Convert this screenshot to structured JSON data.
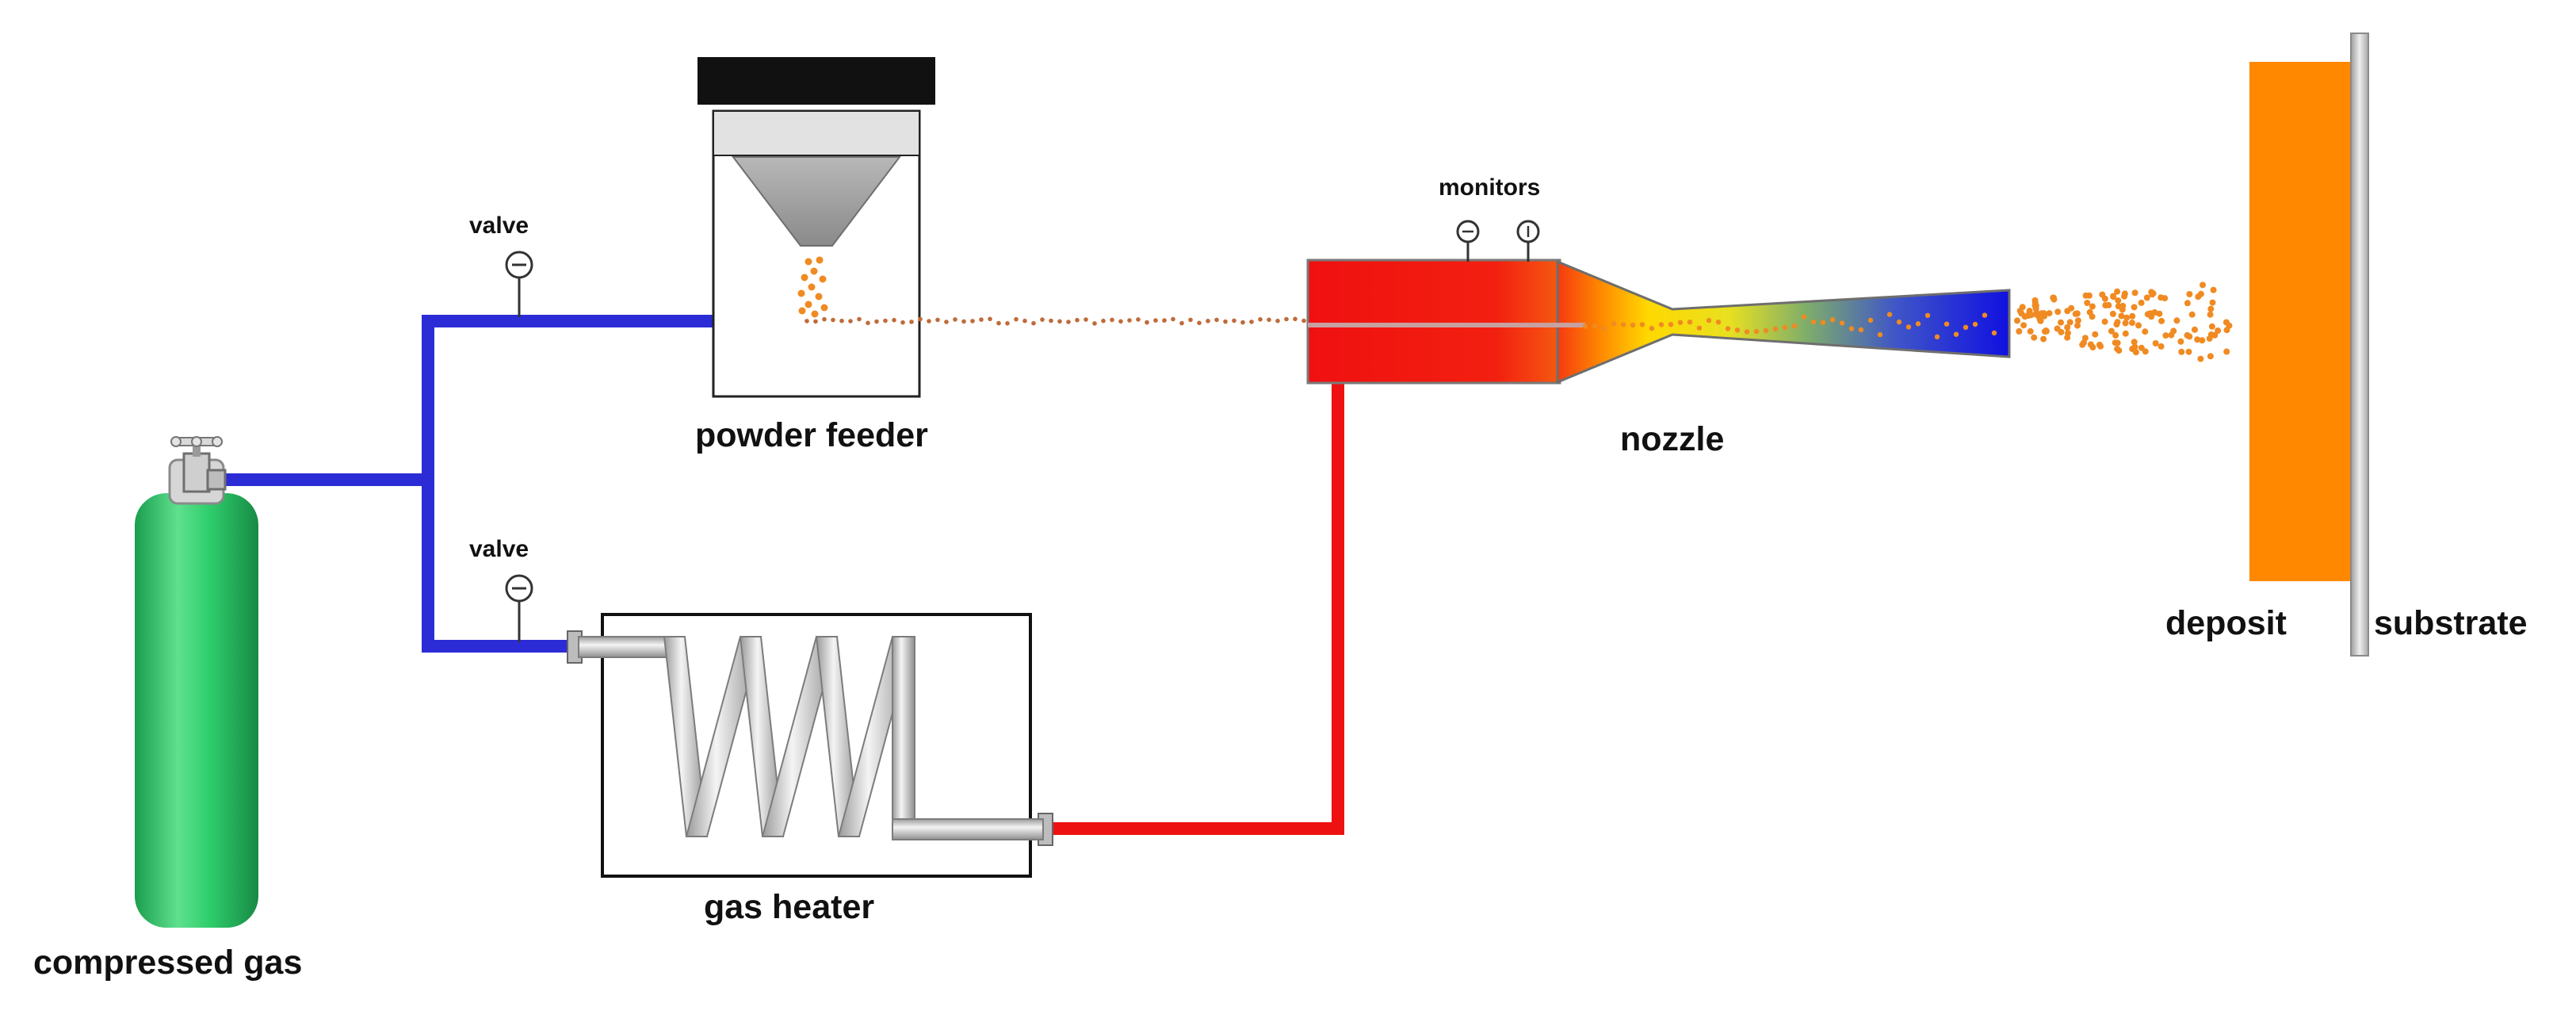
{
  "labels": {
    "compressed_gas": "compressed gas",
    "valve_top": "valve",
    "valve_bottom": "valve",
    "powder_feeder": "powder feeder",
    "gas_heater": "gas heater",
    "monitors": "monitors",
    "nozzle": "nozzle",
    "deposit": "deposit",
    "substrate": "substrate"
  },
  "colors": {
    "cold_gas_line": "#2c2cd6",
    "hot_gas_line": "#ee1111",
    "cylinder": "#22cc66",
    "deposit": "#ff8800",
    "particles": "#f08a22",
    "heater_coil": "#c8c8c8",
    "feeder_cap": "#111111",
    "substrate": "#cfcfcf"
  }
}
